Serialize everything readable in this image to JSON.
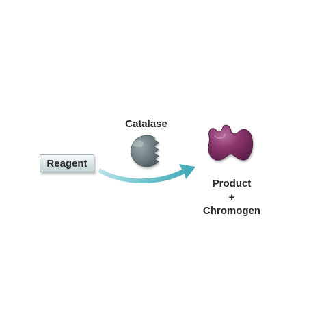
{
  "diagram": {
    "reagent": {
      "label": "Reagent"
    },
    "enzyme": {
      "label": "Catalase",
      "color": "#6f7f83"
    },
    "result": {
      "line1": "Product",
      "line2": "+",
      "line3": "Chromogen",
      "color": "#7a2b5e"
    },
    "arrow": {
      "color": "#4fb3bf"
    }
  }
}
